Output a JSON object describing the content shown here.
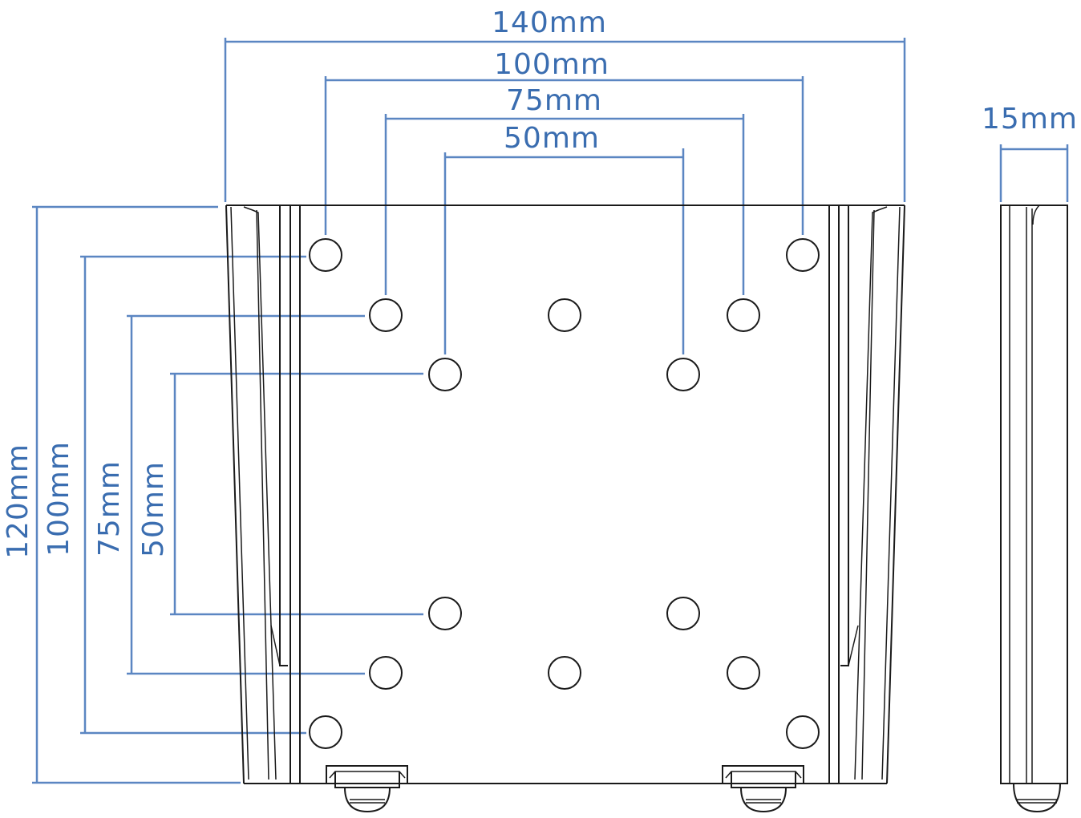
{
  "horizontal_dims": {
    "w140": "140mm",
    "w100": "100mm",
    "w75": "75mm",
    "w50": "50mm"
  },
  "vertical_dims": {
    "h120": "120mm",
    "h100": "100mm",
    "h75": "75mm",
    "h50": "50mm"
  },
  "side_view": {
    "depth": "15mm"
  }
}
